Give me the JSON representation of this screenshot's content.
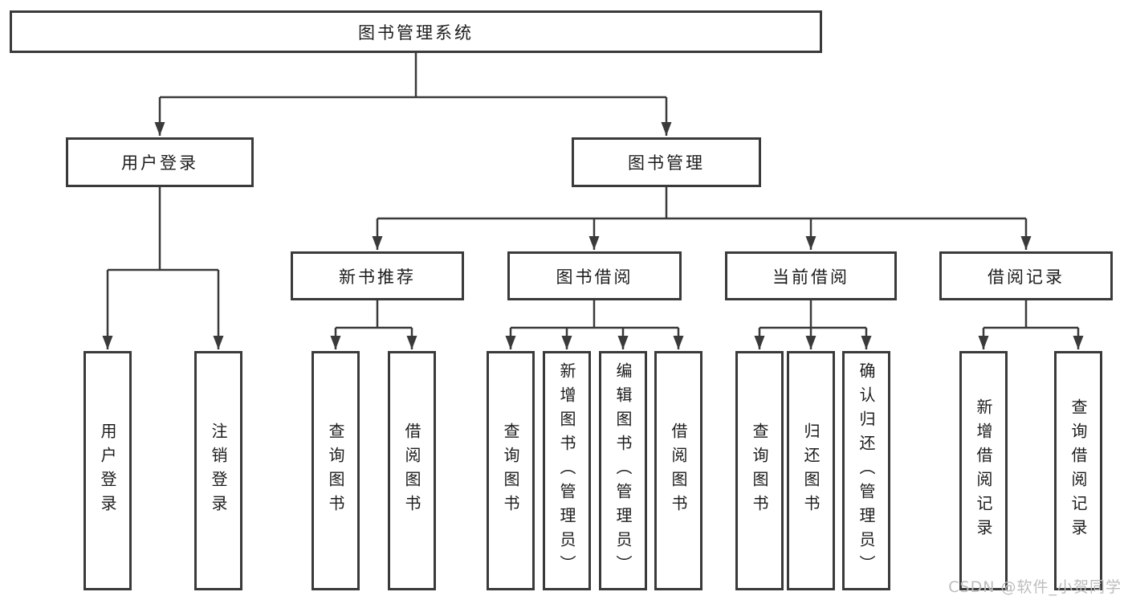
{
  "diagram": {
    "title": "图书管理系统",
    "nodes": {
      "root": "图书管理系统",
      "user_login": "用户登录",
      "book_management": "图书管理",
      "new_book_recommend": "新书推荐",
      "book_borrow": "图书借阅",
      "current_borrow": "当前借阅",
      "borrow_records": "借阅记录",
      "leaf_user_login": "用户登录",
      "leaf_logout": "注销登录",
      "leaf_nb_query_books": "查询图书",
      "leaf_nb_borrow_books": "借阅图书",
      "leaf_bb_query_books": "查询图书",
      "leaf_bb_add_books_admin": "新增图书（管理员）",
      "leaf_bb_edit_books_admin": "编辑图书（管理员）",
      "leaf_bb_borrow_books": "借阅图书",
      "leaf_cb_query_books": "查询图书",
      "leaf_cb_return_books": "归还图书",
      "leaf_cb_confirm_return_admin": "确认归还（管理员）",
      "leaf_br_add_record": "新增借阅记录",
      "leaf_br_query_record": "查询借阅记录"
    },
    "colors": {
      "line": "#3a3a3a",
      "box_border": "#3a3a3a",
      "text": "#1c1c1c",
      "background": "#ffffff",
      "watermark": "#bdbdbd"
    }
  },
  "watermark": {
    "text": "CSDN @软件_小贺同学"
  }
}
